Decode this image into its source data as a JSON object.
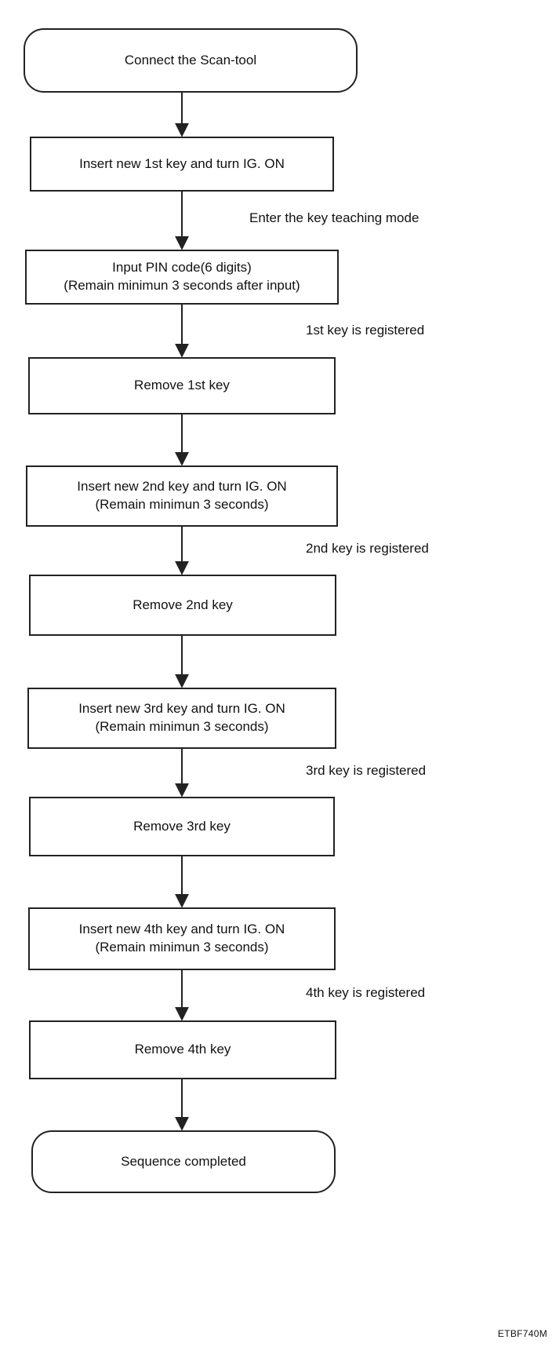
{
  "nodes": [
    {
      "id": "connect",
      "shape": "terminal",
      "lines": [
        "Connect the Scan-tool"
      ]
    },
    {
      "id": "insert-1",
      "shape": "process",
      "lines": [
        "Insert new 1st key and turn IG. ON"
      ]
    },
    {
      "id": "pin",
      "shape": "process",
      "lines": [
        "Input PIN code(6 digits)",
        "(Remain minimun 3 seconds after input)"
      ]
    },
    {
      "id": "remove-1",
      "shape": "process",
      "lines": [
        "Remove 1st key"
      ]
    },
    {
      "id": "insert-2",
      "shape": "process",
      "lines": [
        "Insert new 2nd key and turn IG. ON",
        "(Remain minimun 3 seconds)"
      ]
    },
    {
      "id": "remove-2",
      "shape": "process",
      "lines": [
        "Remove 2nd key"
      ]
    },
    {
      "id": "insert-3",
      "shape": "process",
      "lines": [
        "Insert new 3rd key and turn IG. ON",
        "(Remain minimun 3 seconds)"
      ]
    },
    {
      "id": "remove-3",
      "shape": "process",
      "lines": [
        "Remove 3rd key"
      ]
    },
    {
      "id": "insert-4",
      "shape": "process",
      "lines": [
        "Insert new 4th key and turn IG. ON",
        "(Remain minimun 3 seconds)"
      ]
    },
    {
      "id": "remove-4",
      "shape": "process",
      "lines": [
        "Remove 4th key"
      ]
    },
    {
      "id": "complete",
      "shape": "terminal",
      "lines": [
        "Sequence completed"
      ]
    }
  ],
  "edges": [
    {
      "from": "connect",
      "to": "insert-1",
      "label": ""
    },
    {
      "from": "insert-1",
      "to": "pin",
      "label": "Enter the key teaching mode"
    },
    {
      "from": "pin",
      "to": "remove-1",
      "label": "1st key is registered"
    },
    {
      "from": "remove-1",
      "to": "insert-2",
      "label": ""
    },
    {
      "from": "insert-2",
      "to": "remove-2",
      "label": "2nd key is registered"
    },
    {
      "from": "remove-2",
      "to": "insert-3",
      "label": ""
    },
    {
      "from": "insert-3",
      "to": "remove-3",
      "label": "3rd key is registered"
    },
    {
      "from": "remove-3",
      "to": "insert-4",
      "label": ""
    },
    {
      "from": "insert-4",
      "to": "remove-4",
      "label": "4th key is registered"
    },
    {
      "from": "remove-4",
      "to": "complete",
      "label": ""
    }
  ],
  "figure_code": "ETBF740M",
  "colors": {
    "line": "#222222",
    "text": "#111111",
    "background": "#ffffff"
  }
}
